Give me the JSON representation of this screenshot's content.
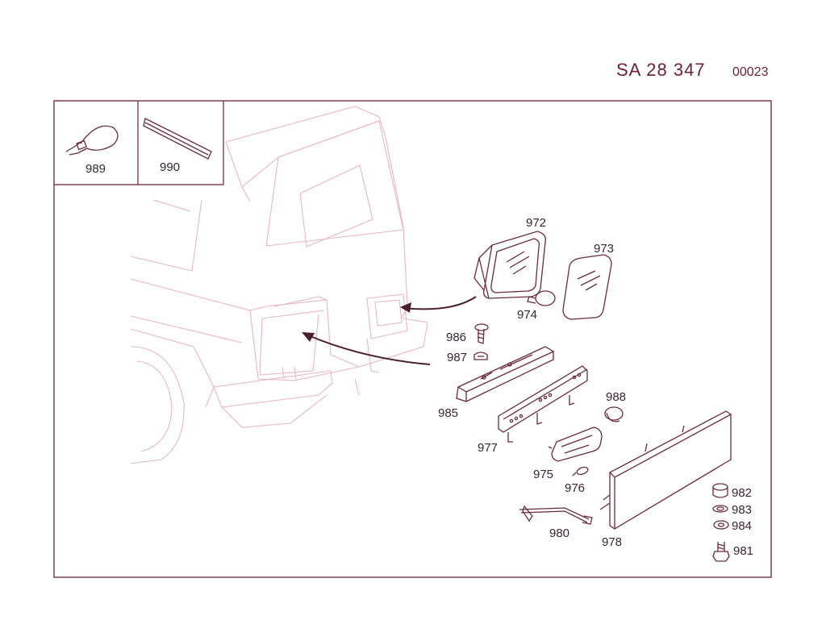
{
  "header": {
    "sheet_code": "SA  28 347",
    "sheet_number": "00023"
  },
  "inset_parts": [
    {
      "id": "989",
      "label": "989"
    },
    {
      "id": "990",
      "label": "990"
    }
  ],
  "parts": [
    {
      "id": "972",
      "label": "972"
    },
    {
      "id": "973",
      "label": "973"
    },
    {
      "id": "974",
      "label": "974"
    },
    {
      "id": "975",
      "label": "975"
    },
    {
      "id": "976",
      "label": "976"
    },
    {
      "id": "977",
      "label": "977"
    },
    {
      "id": "978",
      "label": "978"
    },
    {
      "id": "980",
      "label": "980"
    },
    {
      "id": "981",
      "label": "981"
    },
    {
      "id": "982",
      "label": "982"
    },
    {
      "id": "983",
      "label": "983"
    },
    {
      "id": "984",
      "label": "984"
    },
    {
      "id": "985",
      "label": "985"
    },
    {
      "id": "986",
      "label": "986"
    },
    {
      "id": "987",
      "label": "987"
    },
    {
      "id": "988",
      "label": "988"
    }
  ],
  "colors": {
    "frame": "#6b1f35",
    "vehicle": "#e8b6c2",
    "parts": "#6b2a3d",
    "text": "#3a2430"
  }
}
